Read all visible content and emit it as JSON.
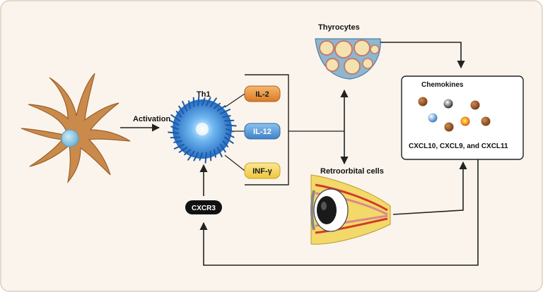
{
  "labels": {
    "activation": "Activation",
    "th1": "Th1",
    "thyrocytes": "Thyrocytes",
    "chemokines": "Chemokines",
    "chemokine_list": "CXCL10, CXCL9, and CXCL11",
    "retroorbital": "Retroorbital cells",
    "cxcr3": "CXCR3"
  },
  "cytokines": [
    {
      "label": "IL-2",
      "color": "#e8923a"
    },
    {
      "label": "IL-12",
      "color": "#4f95d6"
    },
    {
      "label": "INF-γ",
      "color": "#f5d65a"
    }
  ],
  "colors": {
    "background": "#fbf4ec",
    "border": "#d9cfc4",
    "arrow": "#222222",
    "dendritic_cell": "#c98a4b",
    "dendritic_nucleus": "#8ec9e6",
    "t_cell": "#2f7fd8",
    "cxcr3_badge": "#111111"
  },
  "icons": {
    "dendritic_cell": "dendritic-cell-icon",
    "t_cell": "th1-cell-icon",
    "thyrocytes": "thyroid-follicle-icon",
    "eye": "eye-cross-section-icon"
  }
}
